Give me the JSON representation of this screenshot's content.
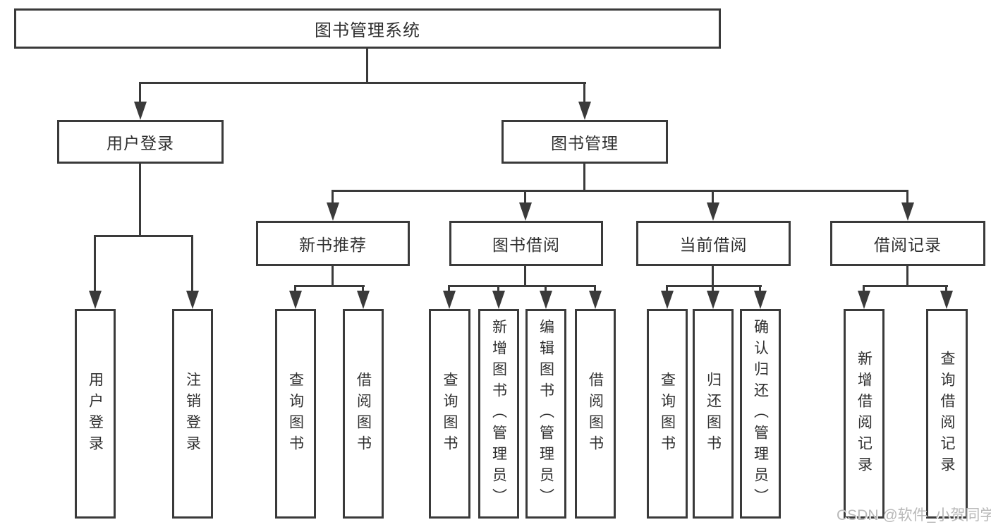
{
  "style": {
    "line_color": "#3a3a3a",
    "text_color": "#2f2f2f",
    "watermark_color": "#b8b8b8",
    "background": "#ffffff"
  },
  "watermark": "CSDN @软件_小贺同学",
  "tree": {
    "label": "图书管理系统",
    "children": [
      {
        "label": "用户登录",
        "children": [
          {
            "label": "用户登录"
          },
          {
            "label": "注销登录"
          }
        ]
      },
      {
        "label": "图书管理",
        "children": [
          {
            "label": "新书推荐",
            "children": [
              {
                "label": "查询图书"
              },
              {
                "label": "借阅图书"
              }
            ]
          },
          {
            "label": "图书借阅",
            "children": [
              {
                "label": "查询图书"
              },
              {
                "label": "新增图书（管理员）"
              },
              {
                "label": "编辑图书（管理员）"
              },
              {
                "label": "借阅图书"
              }
            ]
          },
          {
            "label": "当前借阅",
            "children": [
              {
                "label": "查询图书"
              },
              {
                "label": "归还图书"
              },
              {
                "label": "确认归还（管理员）"
              }
            ]
          },
          {
            "label": "借阅记录",
            "children": [
              {
                "label": "新增借阅记录"
              },
              {
                "label": "查询借阅记录"
              }
            ]
          }
        ]
      }
    ]
  }
}
